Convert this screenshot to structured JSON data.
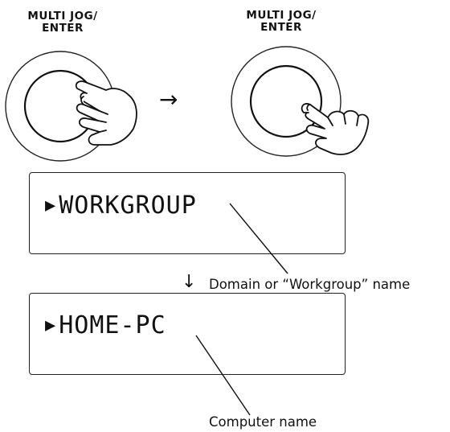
{
  "knob_left": {
    "label_line1": "MULTI JOG/",
    "label_line2": "ENTER",
    "action": "turn"
  },
  "knob_right": {
    "label_line1": "MULTI JOG/",
    "label_line2": "ENTER",
    "action": "press"
  },
  "sequence_arrow": "→",
  "display_top": {
    "cursor": "▶",
    "text": "WORKGROUP"
  },
  "flow_arrow": "↓",
  "display_bottom": {
    "cursor": "▶",
    "text": "HOME-PC"
  },
  "callouts": {
    "top": "Domain or “Workgroup” name",
    "bottom": "Computer name"
  }
}
